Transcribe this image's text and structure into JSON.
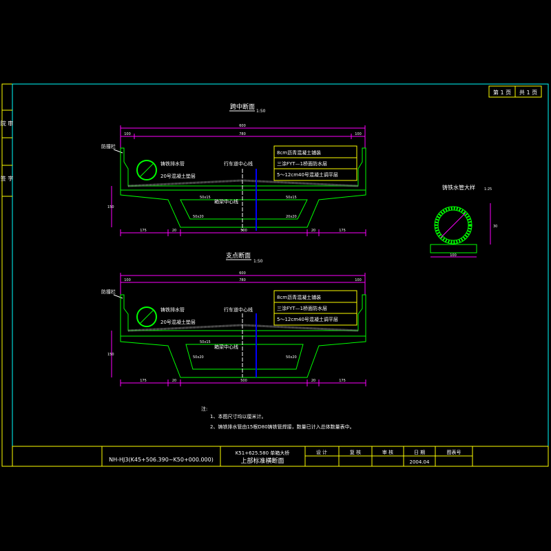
{
  "sheet": {
    "page_no": "第 1 页",
    "page_total": "共 1 页",
    "side_label_top": "院 审",
    "side_label_bottom": "签 字"
  },
  "midspan": {
    "title": "跨中断面",
    "scale": "1:50",
    "dims_top": [
      "600",
      "100",
      "780",
      "100"
    ],
    "label_guardrail": "防撞栏",
    "label_pipe": "铸铁排水管",
    "label_concrete": "20号混凝土垫层",
    "label_lane_center": "行车道中心线",
    "label_bridge_center": "箱梁中心线",
    "layer1": "8cm沥青混凝土铺装",
    "layer2": "三涂FYT—1桥面防水层",
    "layer3": "5～12cm40号混凝土调平层",
    "dims_bottom": [
      "175",
      "20",
      "500",
      "20",
      "175"
    ],
    "inner_labels": [
      "50x15",
      "50x15",
      "50x20",
      "20x20"
    ],
    "height_label": "150"
  },
  "support": {
    "title": "支点断面",
    "scale": "1:50",
    "dims_top": [
      "600",
      "100",
      "780",
      "100"
    ],
    "label_guardrail": "防撞栏",
    "label_pipe": "铸铁排水管",
    "label_concrete": "20号混凝土垫层",
    "label_lane_center": "行车道中心线",
    "label_bridge_center": "箱梁中心线",
    "layer1": "8cm沥青混凝土铺装",
    "layer2": "三涂FYT—1桥面防水层",
    "layer3": "5～12cm40号混凝土调平层",
    "dims_bottom": [
      "175",
      "20",
      "500",
      "20",
      "175"
    ],
    "inner_labels": [
      "50x15",
      "50x20",
      "50x20"
    ],
    "height_label": "150"
  },
  "pipe_detail": {
    "title": "铸铁水管大样",
    "scale": "1:25",
    "dim_bottom": "100",
    "dim_side": "30"
  },
  "notes": {
    "heading": "注:",
    "line1": "1、本图尺寸均以厘米计。",
    "line2": "2、铸铁排水管由15根D80铸铁管焊接，数量已计入总体数量表中。"
  },
  "title_block": {
    "drawing_no": "NH-HJ3(K45+506.390~K50+000.000)",
    "project": "K51+625.580 单箱大桥",
    "drawing_title": "上部标准横断面",
    "design": "设 计",
    "check": "复 核",
    "review": "审 核",
    "date_label": "日 期",
    "sheet_no_label": "图表号",
    "date": "2004.04"
  },
  "colors": {
    "frame": "#ffff00",
    "section": "#00ff00",
    "dims": "#ff00ff",
    "text": "#ffffff",
    "center": "#0000ff",
    "layer_box": "#ffff00"
  }
}
